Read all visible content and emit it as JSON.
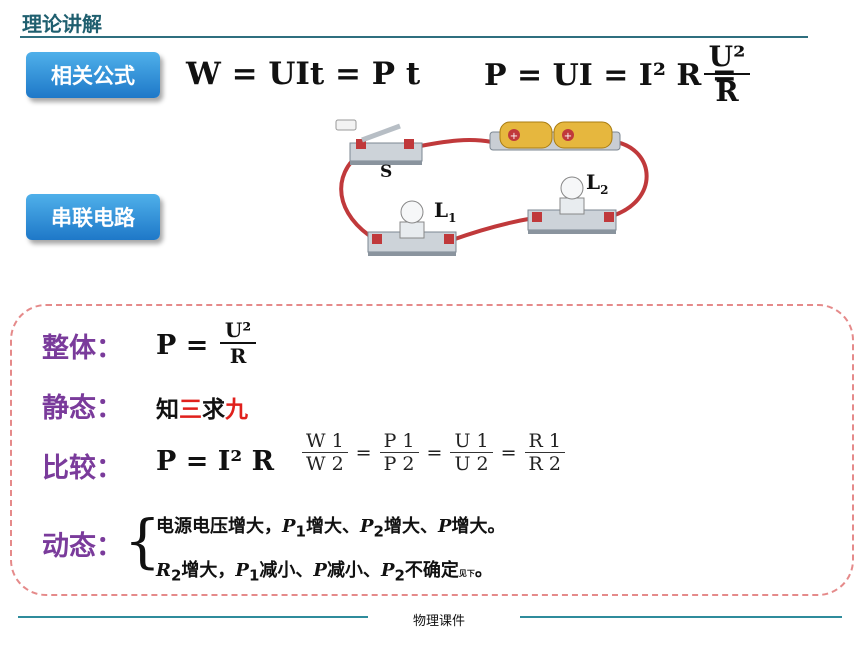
{
  "page": {
    "title": "理论讲解",
    "footer": "物理课件"
  },
  "section1": {
    "tag": "相关公式",
    "formula1": "W = UIt = P t",
    "formula2_left": "P = UI = I² R  =",
    "formula2_num": "U²",
    "formula2_den": "R"
  },
  "section2": {
    "tag": "串联电路",
    "labels": {
      "switch": "S",
      "lamp1": "L",
      "lamp1_sub": "1",
      "lamp2": "L",
      "lamp2_sub": "2"
    }
  },
  "box": {
    "whole": {
      "label": "整体：",
      "lhs": "P =",
      "num": "U²",
      "den": "R"
    },
    "static": {
      "label": "静态：",
      "t1": "知",
      "t2": "三",
      "t3": "求",
      "t4": "九"
    },
    "compare": {
      "label": "比较：",
      "lhs": "P = I² R",
      "ratios": [
        {
          "num": "W 1",
          "den": "W 2"
        },
        {
          "num": "P 1",
          "den": "P 2"
        },
        {
          "num": "U 1",
          "den": "U 2"
        },
        {
          "num": "R 1",
          "den": "R 2"
        }
      ],
      "eq": "="
    },
    "dynamic": {
      "label": "动态：",
      "brace": "{",
      "line1": [
        "电源电压增大，",
        "P",
        "1",
        "增大、",
        "P",
        "2",
        "增大、",
        "P",
        "增大。"
      ],
      "line2": [
        "R",
        "2",
        "增大，",
        "P",
        "1",
        "减小、",
        "P",
        "减小、",
        "P",
        "2",
        "不确定",
        "见下",
        "。"
      ]
    }
  },
  "colors": {
    "accent": "#7a3b9b",
    "tag_blue": "#1e78c8",
    "highlight_red": "#e0201c",
    "border_pink": "#e58a8a"
  }
}
